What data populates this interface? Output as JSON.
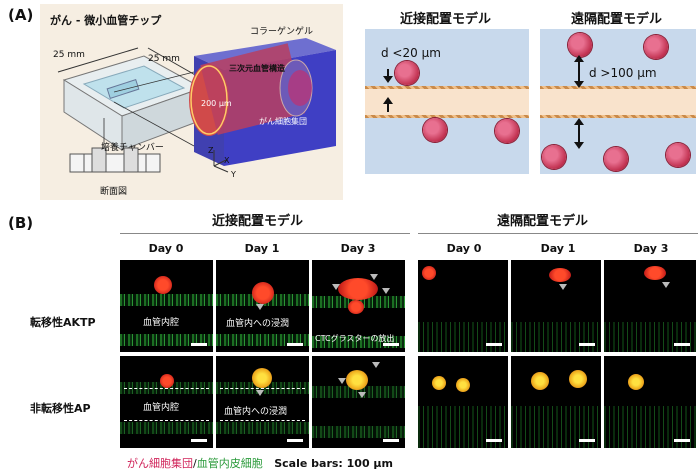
{
  "panel_a": {
    "letter": "(A)",
    "chip_title": "がん - 微小血管チップ",
    "dim_1": "25 mm",
    "dim_2": "25 mm",
    "collagen_gel": "コラーゲンゲル",
    "vessel_3d": "三次元血管構造",
    "diameter": "200 μm",
    "cancer_cluster": "がん細胞集団",
    "culture_chamber": "培養チャンバー",
    "cross_section": "断面図",
    "axis_z": "Z",
    "axis_x": "X",
    "axis_y": "Y",
    "proximal_title": "近接配置モデル",
    "proximal_distance": "d <20 μm",
    "distal_title": "遠隔配置モデル",
    "distal_distance": "d >100 μm"
  },
  "panel_b": {
    "letter": "(B)",
    "proximal_title": "近接配置モデル",
    "distal_title": "遠隔配置モデル",
    "days": [
      "Day 0",
      "Day 1",
      "Day 3"
    ],
    "row_1": "転移性AKTP",
    "row_2": "非転移性AP",
    "lumen": "血管内腔",
    "invasion": "血管内への浸潤",
    "ctc_release": "CTCグラスターの放出",
    "lumen_2": "血管内腔",
    "invasion_2": "血管内への浸潤"
  },
  "legend": {
    "cancer": "がん細胞集団",
    "slash": "/",
    "endothelial": "血管内皮細胞",
    "scale": "Scale bars: 100 μm"
  },
  "colors": {
    "cancer": "#d0245a",
    "endothelial": "#2a9a3a",
    "model_bg": "#c8d9ec"
  }
}
